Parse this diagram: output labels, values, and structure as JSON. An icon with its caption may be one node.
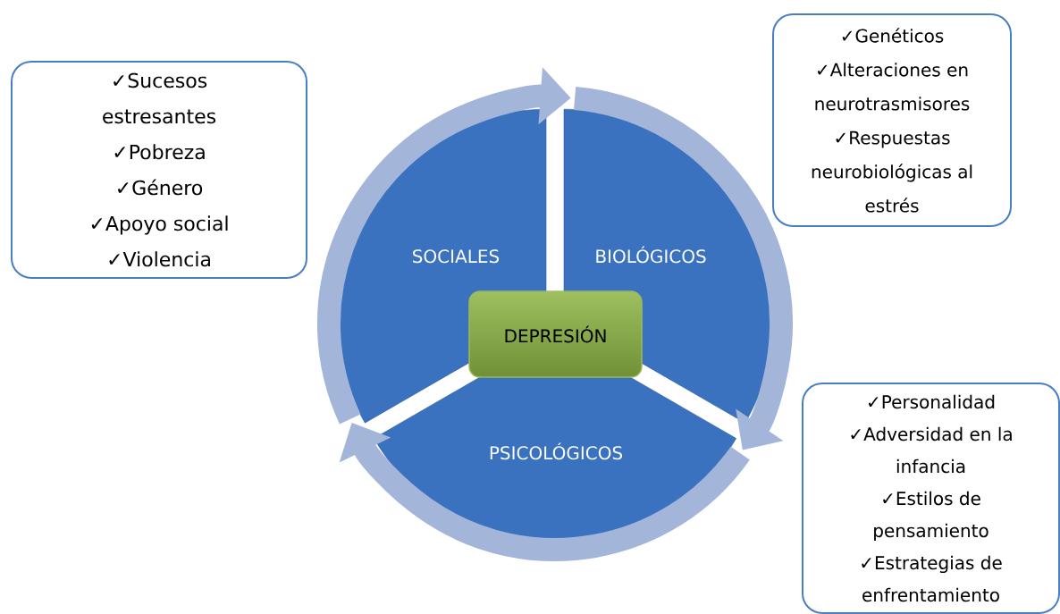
{
  "diagram": {
    "nodes": [
      {
        "text": [
          "✓Sucesos estresantes",
          "✓Pobreza",
          "✓Género",
          "✓Apoyo social",
          "✓Violencia"
        ]
      },
      {
        "text": [
          "✓Genéticos",
          "✓Alteraciones en neurotrasmisores",
          "✓Respuestas neurobiológicas al estrés"
        ]
      },
      {
        "text": [
          "SOCIALES"
        ]
      },
      {
        "text": [
          "BIOLÓGICOS"
        ]
      },
      {
        "text": [
          "DEPRESIÓN"
        ]
      },
      {
        "text": [
          "PSICOLÓGICOS"
        ]
      },
      {
        "text": [
          "✓Personalidad",
          "✓Adversidad en la infancia",
          "✓Estilos de pensamiento",
          "✓Estrategias de enfrentamiento"
        ]
      }
    ],
    "edges": [
      {
        "from": 2,
        "to": 3,
        "arrow": "to"
      },
      {
        "from": 3,
        "to": 5,
        "arrow": "to"
      },
      {
        "from": 5,
        "to": 2,
        "arrow": "to"
      }
    ]
  }
}
